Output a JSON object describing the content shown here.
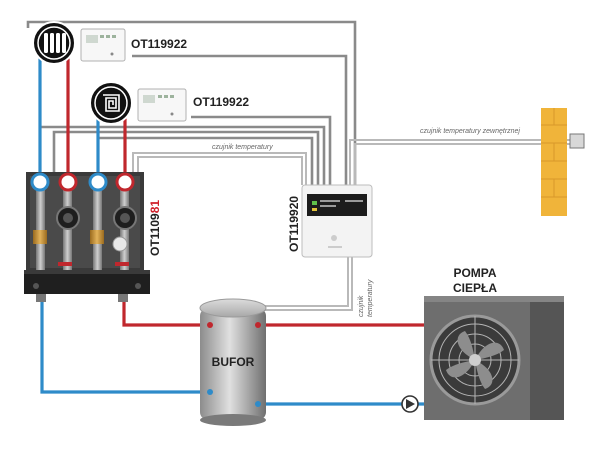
{
  "controllers": {
    "top_code": "OT119922",
    "mid_code": "OT119922",
    "main_code": "OT119920",
    "module_code_prefix": "OT1109",
    "module_code_suffix": "81"
  },
  "devices": {
    "buffer_label": "BUFOR",
    "heat_pump_line1": "POMPA",
    "heat_pump_line2": "CIEPŁA"
  },
  "sensors": {
    "temp_sensor_top": "czujnik temperatury",
    "temp_sensor_vertical_line1": "czujnik",
    "temp_sensor_vertical_line2": "temperatury",
    "outdoor_sensor": "czujnik temperatury zewnętrznej"
  },
  "colors": {
    "supply_red": "#c0272d",
    "return_blue": "#2e8bc9",
    "cable_gray": "#8a8a8a",
    "code_red": "#d0202a",
    "heater_yellow": "#f0b43a"
  }
}
